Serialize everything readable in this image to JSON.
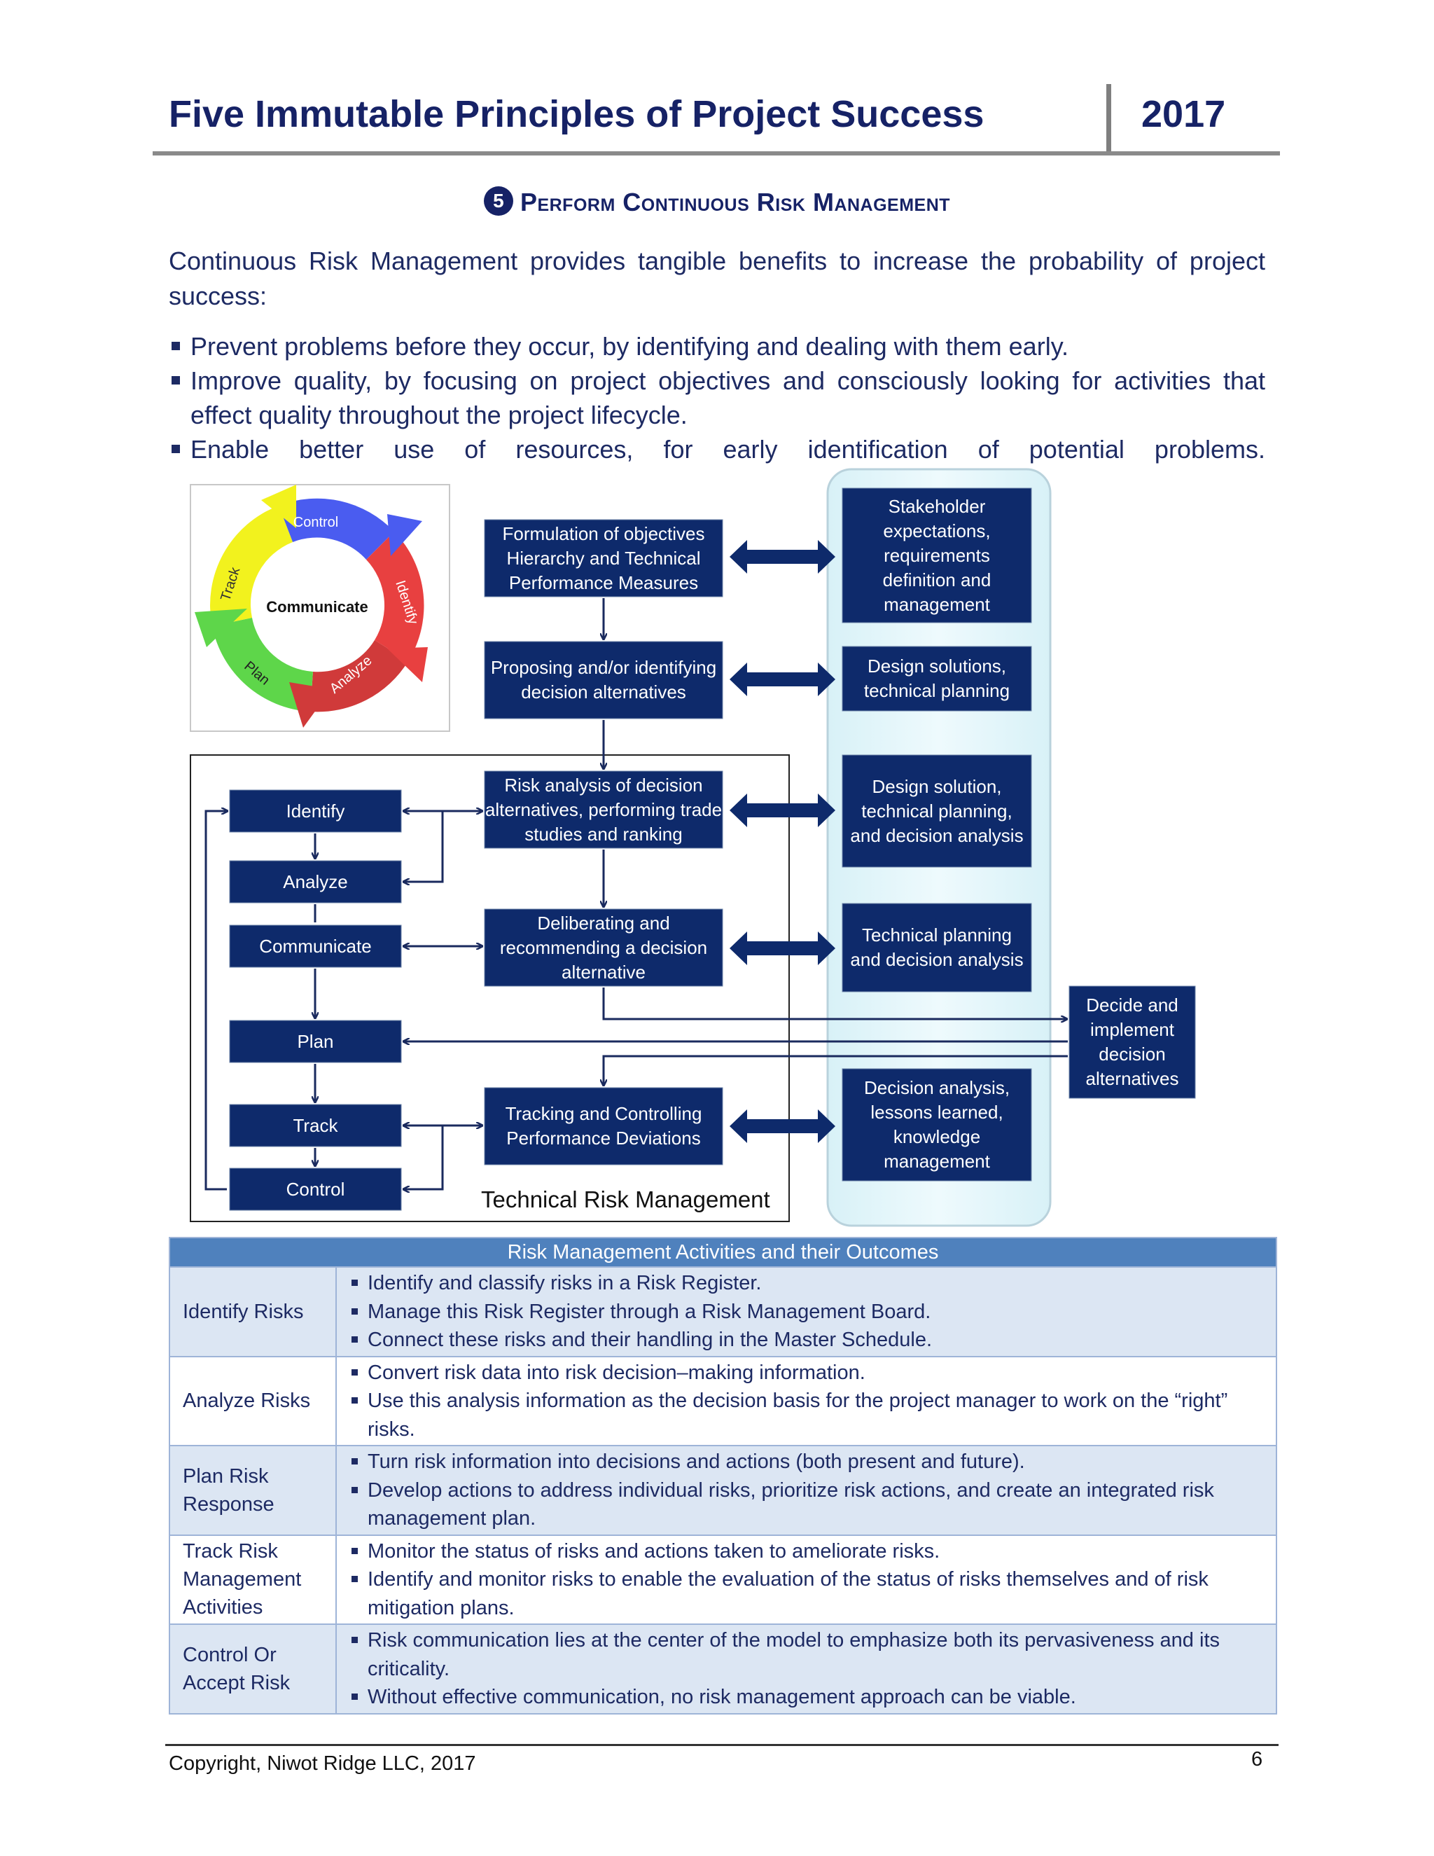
{
  "header": {
    "title": "Five Immutable Principles of Project Success",
    "year": "2017"
  },
  "section": {
    "number": "5",
    "heading": "Perform Continuous Risk Management"
  },
  "intro": "Continuous Risk Management provides tangible benefits to increase the probability of project success:",
  "benefits": [
    "Prevent problems before they occur, by identifying and dealing with them early.",
    "Improve quality, by focusing on project objectives and consciously looking for activities that effect quality throughout the project lifecycle.",
    "Enable better use of resources, for early identification of potential problems."
  ],
  "cycle": {
    "center": "Communicate",
    "segments": [
      "Control",
      "Identify",
      "Analyze",
      "Plan",
      "Track"
    ]
  },
  "diagram": {
    "process_steps": [
      "Formulation of objectives Hierarchy and Technical Performance Measures",
      "Proposing and/or identifying decision alternatives",
      "Risk analysis of decision alternatives, performing trade studies and ranking",
      "Deliberating and recommending a decision alternative",
      "Tracking and Controlling Performance Deviations"
    ],
    "outcomes": [
      "Stakeholder expectations, requirements definition and management",
      "Design solutions, technical planning",
      "Design solution, technical planning, and decision analysis",
      "Technical planning and decision analysis",
      "Decision analysis, lessons learned, knowledge management"
    ],
    "decide_box": "Decide and implement decision alternatives",
    "risk_steps": [
      "Identify",
      "Analyze",
      "Communicate",
      "Plan",
      "Track",
      "Control"
    ],
    "frame_label": "Technical Risk Management"
  },
  "table": {
    "title": "Risk Management Activities and their Outcomes",
    "rows": [
      {
        "label": "Identify Risks",
        "items": [
          "Identify and classify risks in a Risk Register.",
          "Manage this Risk Register through a Risk Management Board.",
          "Connect these risks and their handling in the Master Schedule."
        ]
      },
      {
        "label": "Analyze Risks",
        "items": [
          "Convert risk data into risk decision–making information.",
          "Use this analysis information as the decision basis for the project manager to work on the “right” risks."
        ]
      },
      {
        "label": "Plan Risk Response",
        "items": [
          "Turn risk information into decisions and actions (both present and future).",
          "Develop actions to address individual risks, prioritize risk actions, and create an integrated risk management plan."
        ]
      },
      {
        "label": "Track Risk Management Activities",
        "items": [
          "Monitor the status of risks and actions taken to ameliorate risks.",
          "Identify and monitor risks to enable the evaluation of the status of risks themselves and of risk mitigation plans."
        ]
      },
      {
        "label": "Control Or Accept Risk",
        "items": [
          "Risk communication lies at the center of the model to emphasize both its pervasiveness and its criticality.",
          "Without effective communication, no risk management approach can be viable."
        ]
      }
    ]
  },
  "footer": {
    "copyright": "Copyright, Niwot Ridge LLC, 2017",
    "page": "6"
  }
}
